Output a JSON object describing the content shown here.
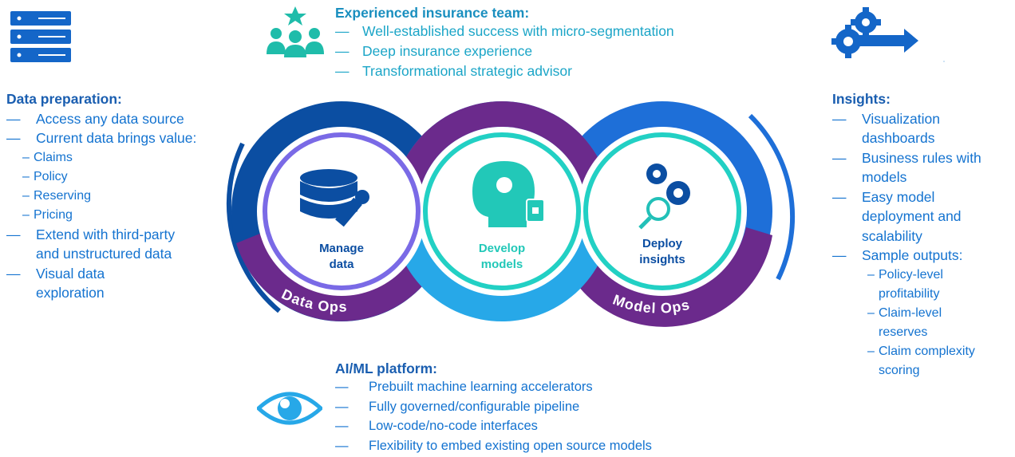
{
  "left": {
    "title": "Data preparation:",
    "items": [
      "Access any data source",
      "Current data brings value:",
      "Extend with third-party and unstructured data",
      "Visual data exploration"
    ],
    "subitems": [
      "Claims",
      "Policy",
      "Reserving",
      "Pricing"
    ]
  },
  "top": {
    "title": "Experienced insurance team:",
    "items": [
      "Well-established success with micro-segmentation",
      "Deep insurance experience",
      "Transformational strategic advisor"
    ]
  },
  "right": {
    "title": "Insights:",
    "items": [
      "Visualization dashboards",
      "Business rules with models",
      "Easy model deployment and scalability",
      "Sample outputs:"
    ],
    "subitems": [
      "Policy-level profitability",
      "Claim-level reserves",
      "Claim complexity scoring"
    ]
  },
  "bottom": {
    "title": "AI/ML platform:",
    "items": [
      "Prebuilt machine learning accelerators",
      "Fully governed/configurable pipeline",
      "Low-code/no-code interfaces",
      "Flexibility to embed existing open source models"
    ]
  },
  "circles": {
    "manage_1": "Manage",
    "manage_2": "data",
    "develop_1": "Develop",
    "develop_2": "models",
    "deploy_1": "Deploy",
    "deploy_2": "insights",
    "arc_left": "Data Ops",
    "arc_right": "Model Ops"
  },
  "colors": {
    "navy": "#0b4ea2",
    "blue": "#1e6fd8",
    "purple": "#6b2a8c",
    "teal": "#1fc8c0",
    "lightblue": "#27a8e8"
  },
  "icons": [
    "server-icon",
    "team-icon",
    "gears-arrow-icon",
    "database-wrench-icon",
    "ai-head-icon",
    "gears-search-icon",
    "eye-icon"
  ]
}
